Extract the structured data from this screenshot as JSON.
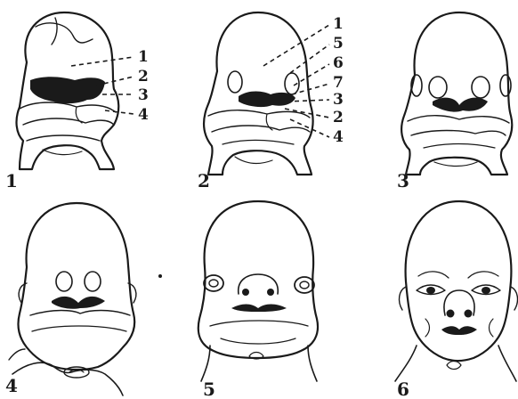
{
  "panels": [
    {
      "number": "1",
      "callouts": [
        "1",
        "2",
        "3",
        "4"
      ]
    },
    {
      "number": "2",
      "callouts": [
        "1",
        "5",
        "6",
        "7",
        "3",
        "2",
        "4"
      ]
    },
    {
      "number": "3",
      "callouts": []
    },
    {
      "number": "4",
      "callouts": []
    },
    {
      "number": "5",
      "callouts": []
    },
    {
      "number": "6",
      "callouts": []
    }
  ],
  "ink_color": "#1a1a1a",
  "paper_color": "#ffffff"
}
